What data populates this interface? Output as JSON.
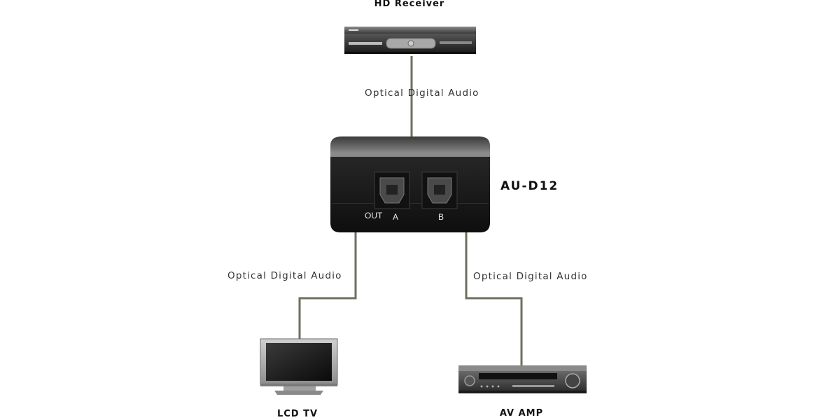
{
  "devices": {
    "receiver": {
      "label": "HD Receiver",
      "icon": "set-top-box-icon"
    },
    "splitter": {
      "label": "AU-D12",
      "icon": "optical-splitter-icon"
    },
    "tv": {
      "label": "LCD TV",
      "icon": "lcd-tv-icon"
    },
    "amp": {
      "label": "AV AMP",
      "icon": "av-amplifier-icon"
    }
  },
  "connections": {
    "receiver_to_splitter": "Optical Digital Audio",
    "splitter_to_tv": "Optical Digital Audio",
    "splitter_to_amp": "Optical Digital Audio"
  },
  "ports": {
    "out": "OUT",
    "a": "A",
    "b": "B"
  },
  "colors": {
    "cable": "#6b7060",
    "device_body": "#1b1b1b",
    "device_top": "#5a5a5a"
  }
}
